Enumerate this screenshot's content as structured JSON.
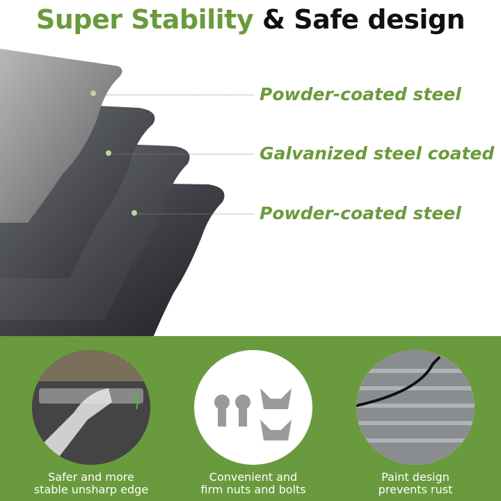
{
  "title": {
    "part1": "Super Stability",
    "part2": "& Safe design"
  },
  "layers": [
    {
      "label": "Powder-coated steel"
    },
    {
      "label": "Galvanized steel coated"
    },
    {
      "label": "Powder-coated steel"
    }
  ],
  "features": [
    {
      "caption_line1": "Safer and more",
      "caption_line2": "stable unsharp edge",
      "icon": "hand-edge"
    },
    {
      "caption_line1": "Convenient and",
      "caption_line2": "firm nuts and bolts",
      "icon": "bolts-nuts"
    },
    {
      "caption_line1": "Paint design",
      "caption_line2": "prevents rust",
      "icon": "corrugated-wall"
    }
  ],
  "colors": {
    "brand_green": "#6a9a3e",
    "title_green": "#6b9a3b"
  }
}
